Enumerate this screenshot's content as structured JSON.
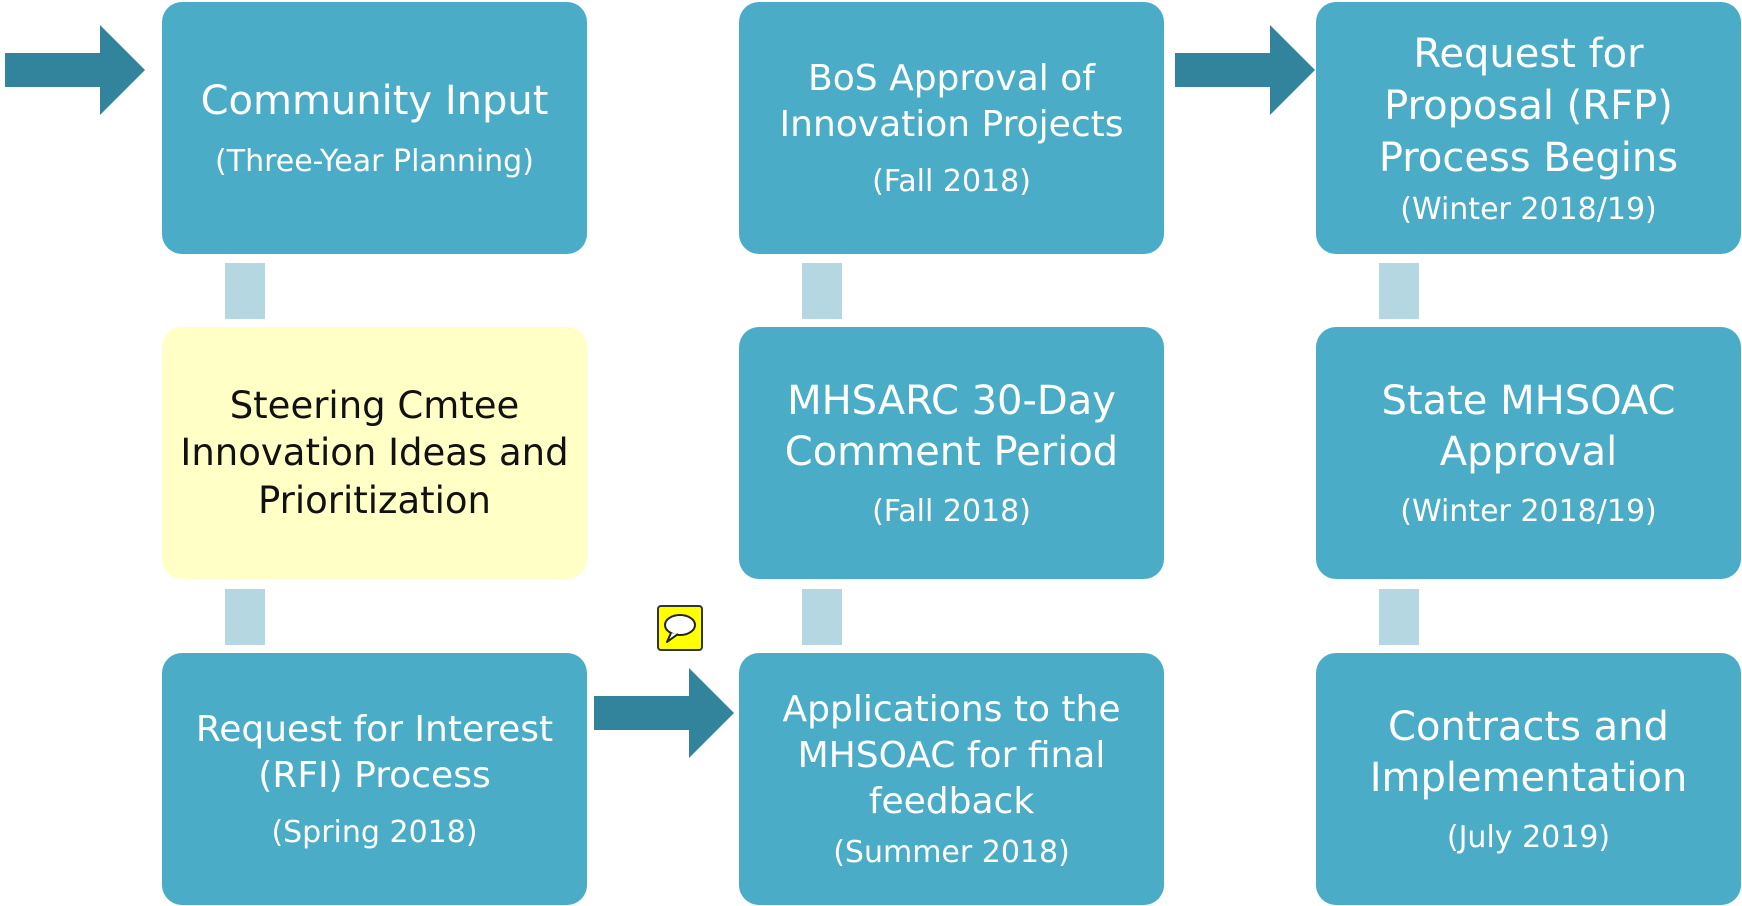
{
  "colors": {
    "box_teal": "#4aacc6",
    "box_yellow": "#ffffc6",
    "connector": "#b4d7e1",
    "arrow": "#31849b",
    "comment_icon_fill": "#ffff00"
  },
  "steps": [
    {
      "title": "Community Input",
      "date": "(Three-Year Planning)"
    },
    {
      "title": "Steering Cmtee Innovation Ideas and Prioritization",
      "date": ""
    },
    {
      "title": "Request for Interest (RFI) Process",
      "date": "(Spring 2018)"
    },
    {
      "title": "Applications to the MHSOAC for final feedback",
      "date": "(Summer 2018)"
    },
    {
      "title": "MHSARC 30-Day Comment Period",
      "date": "(Fall 2018)"
    },
    {
      "title": "BoS Approval of Innovation Projects",
      "date": "(Fall 2018)"
    },
    {
      "title": "Request for Proposal (RFP) Process Begins",
      "date": "(Winter 2018/19)"
    },
    {
      "title": "State MHSOAC Approval",
      "date": "(Winter 2018/19)"
    },
    {
      "title": "Contracts and Implementation",
      "date": "(July 2019)"
    }
  ],
  "icons": {
    "start_arrow": "arrow-right-icon",
    "comment": "comment-icon"
  }
}
